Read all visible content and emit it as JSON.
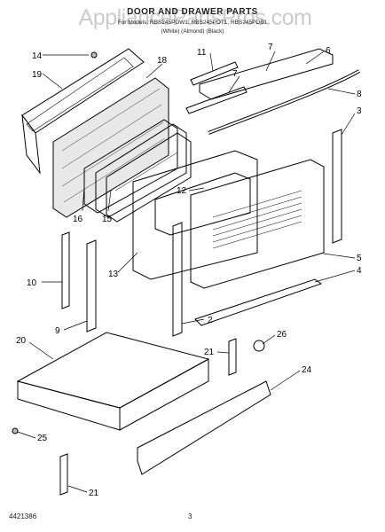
{
  "title": "DOOR AND DRAWER PARTS",
  "models_line": "For Models: RBS245PDW1, RBS245PDT1, RBS245PDB1",
  "variants_line": "(White)          (Almond)          (Black)",
  "watermark": "AppliancePartsPros.com",
  "document_number": "4421386",
  "page_number": "3",
  "callouts": [
    "14",
    "19",
    "18",
    "11",
    "7",
    "6",
    "7",
    "8",
    "3",
    "16",
    "15",
    "12",
    "13",
    "10",
    "9",
    "2",
    "5",
    "4",
    "20",
    "26",
    "21",
    "24",
    "25",
    "21"
  ]
}
